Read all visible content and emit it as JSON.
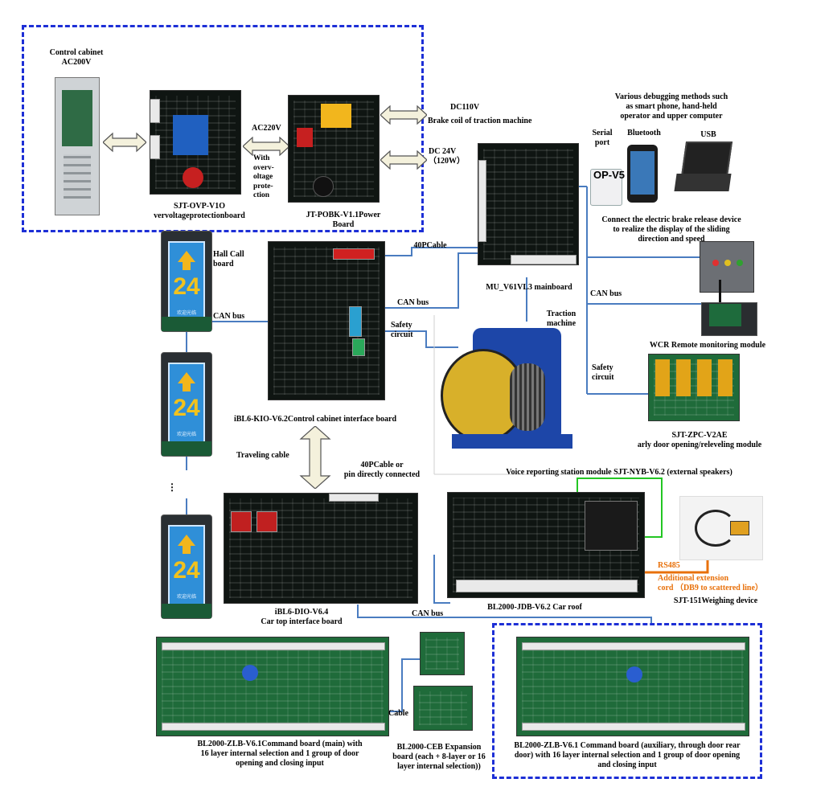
{
  "colors": {
    "dashed_box": "#1d2fd6",
    "can_line": "#4a7cc0",
    "rs485_line": "#e8700a",
    "link_green": "#23c623",
    "pcb": "#0f1512",
    "hall_screen": "#2f8fd8"
  },
  "labels": {
    "control_cabinet": "Control cabinet\nAC200V",
    "ovp_board": "SJT-OVP-V1O\nvervoltageprotectionboard",
    "ac220v": "AC220V",
    "overvoltage": "With\noverv-\noltage\nprote-\nction",
    "power_board": "JT-POBK-V1.1Power\nBoard",
    "dc110v": "DC110V",
    "brake_coil": "Brake coil of traction machine",
    "dc24v": "DC 24V\n（120W）",
    "debugging": "Various debugging methods such\nas smart phone, hand-held\noperator and upper computer",
    "serial_port": "Serial\nport",
    "bluetooth": "Bluetooth",
    "usb": "USB",
    "op_v5": "OP-V5",
    "mainboard": "MU_V61VL3 mainboard",
    "brake_release": "Connect the electric brake release device\nto realize the display of the sliding\ndirection and speed",
    "hall_call": "Hall Call\nboard",
    "pcable_40": "40PCable",
    "can_bus_1": "CAN bus",
    "can_bus_2": "CAN bus",
    "can_bus_3": "CAN bus",
    "can_bus_4": "CAN bus",
    "safety_circuit_1": "Safety\ncircuit",
    "safety_circuit_2": "Safety\ncircuit",
    "traction_machine": "Traction\nmachine",
    "wcr": "WCR Remote monitoring module",
    "zpc": "SJT-ZPC-V2AE\narly door opening/releveling module",
    "kio_board": "iBL6-KIO-V6.2Control cabinet interface board",
    "traveling_cable": "Traveling cable",
    "pcable_pin": "40PCable or\npin directly connected",
    "voice_module": "Voice reporting station module SJT-NYB-V6.2 (external speakers)",
    "ellipsis": "⋮",
    "rs485": "RS485",
    "extension_cord": "Additional extension\ncord （DB9 to scattered line）",
    "weighing": "SJT-151Weighing device",
    "dio_board": "iBL6-DIO-V6.4\nCar top interface board",
    "car_roof": "BL2000-JDB-V6.2 Car roof",
    "cable": "Cable",
    "zlb_main": "BL2000-ZLB-V6.1Command board (main) with\n16 layer internal selection and 1 group of door\nopening and closing input",
    "ceb": "BL2000-CEB Expansion\nboard (each + 8-layer or 16\nlayer internal selection))",
    "zlb_aux": "BL2000-ZLB-V6.1 Command board (auxiliary, through door rear\ndoor) with 16 layer internal selection and 1 group of door opening\nand closing input",
    "hall_display": {
      "floor": "24",
      "text": "欢迎光临"
    }
  }
}
